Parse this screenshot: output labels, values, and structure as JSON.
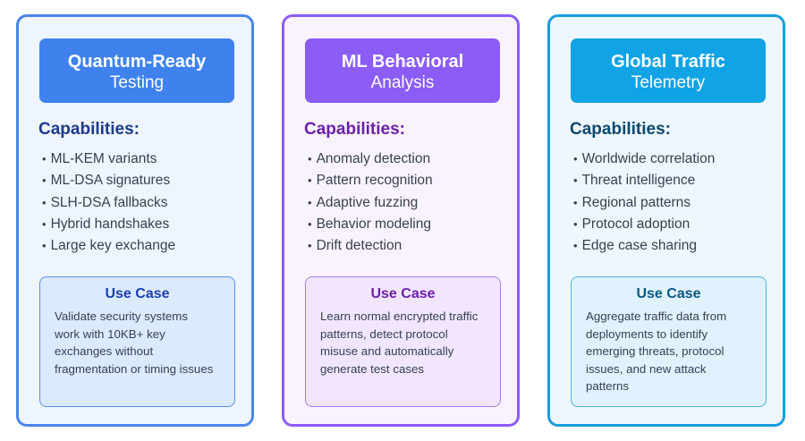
{
  "cards": [
    {
      "title": "Quantum-Ready",
      "subtitle": "Testing",
      "capabilities_label": "Capabilities:",
      "capabilities": [
        "ML-KEM variants",
        "ML-DSA signatures",
        "SLH-DSA fallbacks",
        "Hybrid handshakes",
        "Large key exchange"
      ],
      "use_case_label": "Use Case",
      "use_case_text": "Validate security systems work with 10KB+ key exchanges without fragmentation or timing issues",
      "accent": "#3f82ee"
    },
    {
      "title": "ML Behavioral",
      "subtitle": "Analysis",
      "capabilities_label": "Capabilities:",
      "capabilities": [
        "Anomaly detection",
        "Pattern recognition",
        "Adaptive fuzzing",
        "Behavior modeling",
        "Drift detection"
      ],
      "use_case_label": "Use Case",
      "use_case_text": "Learn normal encrypted traffic patterns, detect protocol misuse and automatically generate test cases",
      "accent": "#8b5cf6"
    },
    {
      "title": "Global Traffic",
      "subtitle": "Telemetry",
      "capabilities_label": "Capabilities:",
      "capabilities": [
        "Worldwide correlation",
        "Threat intelligence",
        "Regional patterns",
        "Protocol adoption",
        "Edge case sharing"
      ],
      "use_case_label": "Use Case",
      "use_case_text": "Aggregate traffic data from deployments to identify emerging threats, protocol issues, and new attack patterns",
      "accent": "#10a3e6"
    }
  ]
}
